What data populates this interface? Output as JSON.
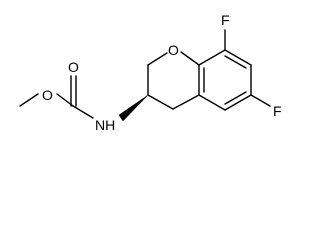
{
  "atoms": {
    "ring_oxygen": "O",
    "carbonyl_oxygen": "O",
    "ester_oxygen": "O",
    "amine": "NH",
    "fluorine_top": "F",
    "fluorine_bottom": "F"
  }
}
